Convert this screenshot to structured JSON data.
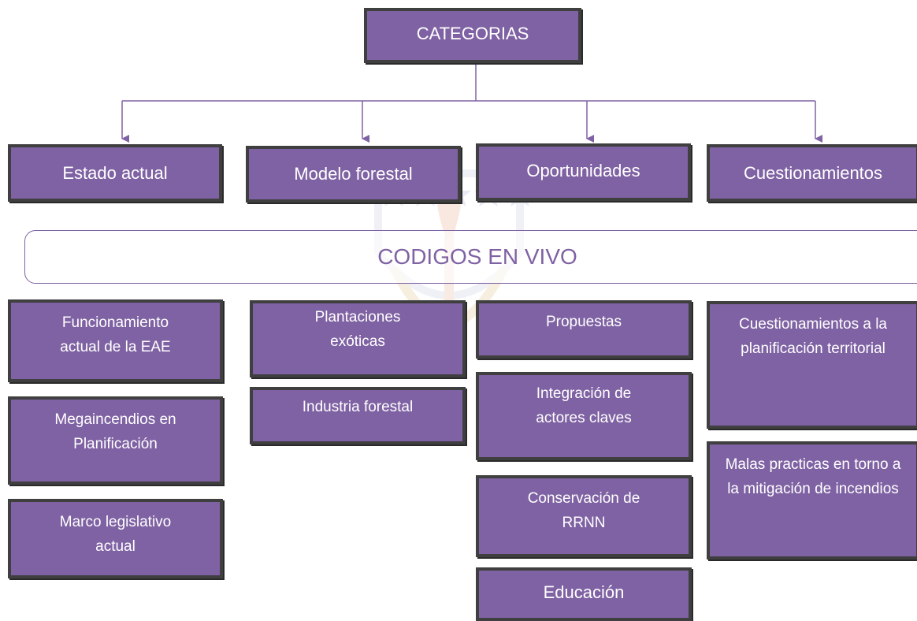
{
  "root": {
    "label": "CATEGORIAS"
  },
  "categories": [
    {
      "label": "Estado actual"
    },
    {
      "label": "Modelo forestal"
    },
    {
      "label": "Oportunidades"
    },
    {
      "label": "Cuestionamientos"
    }
  ],
  "codigos_label": "CODIGOS EN VIVO",
  "codes": {
    "estado_actual": [
      "Funcionamiento actual de la EAE",
      "Megaincendios en Planificación",
      "Marco legislativo actual"
    ],
    "modelo_forestal": [
      "Plantaciones exóticas",
      "Industria forestal"
    ],
    "oportunidades": [
      "Propuestas",
      "Integración de actores claves",
      "Conservación de RRNN",
      "Educación"
    ],
    "cuestionamientos": [
      "Cuestionamientos a la planificación territorial",
      "Malas practicas en torno a la mitigación de incendios"
    ]
  },
  "colors": {
    "box_fill": "#7f62a3",
    "box_border": "#3f3f3f",
    "connector": "#7f62a3",
    "text": "#ffffff"
  }
}
